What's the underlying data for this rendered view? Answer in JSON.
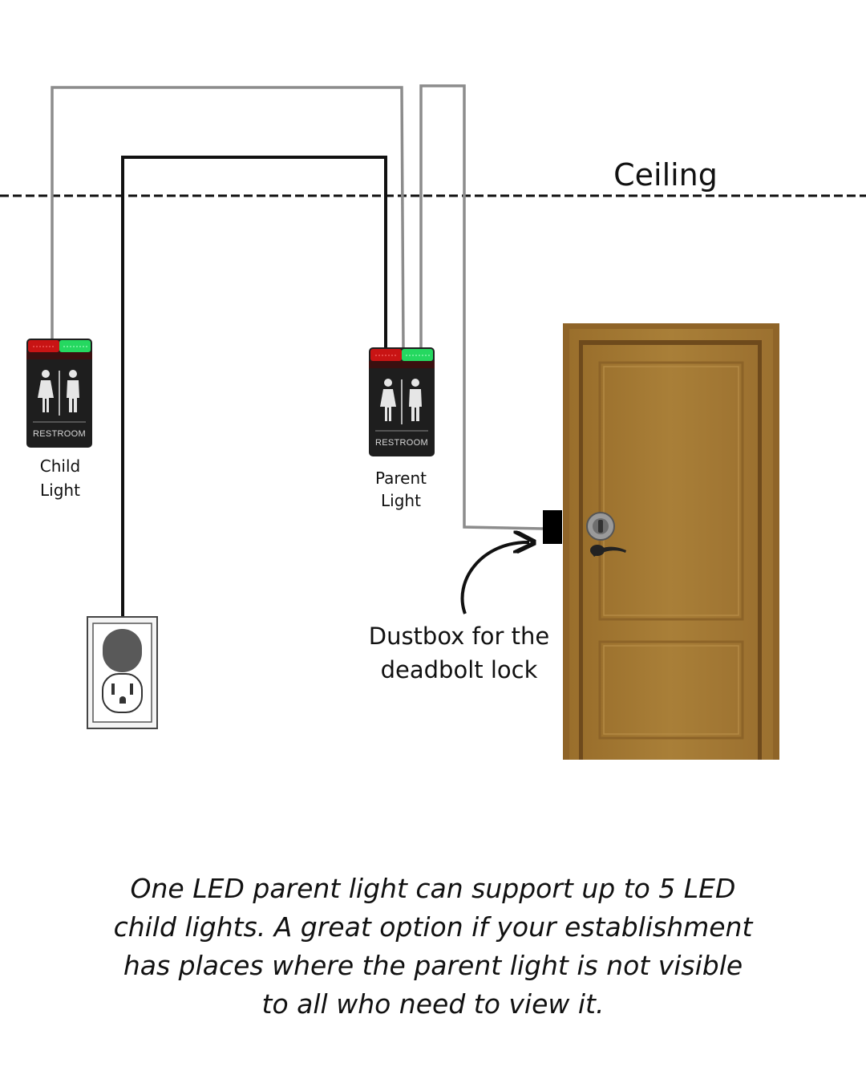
{
  "labels": {
    "ceiling": "Ceiling",
    "child_light": [
      "Child",
      "Light"
    ],
    "parent_light": [
      "Parent",
      "Light"
    ],
    "dustbox": [
      "Dustbox for the",
      "deadbolt lock"
    ],
    "sign_text": "RESTROOM"
  },
  "caption": [
    "One LED parent light can support up to 5 LED",
    "child lights. A great option if your establishment",
    "has places where the parent light is not visible",
    "to all who need to view it."
  ],
  "colors": {
    "background": "#ffffff",
    "wire_gray": "#8c8c8c",
    "wire_black": "#111111",
    "led_red": "#e01818",
    "led_green": "#2ee06a",
    "door": "#a57a34",
    "sign_body": "#1e1e1e"
  },
  "icons": [
    "restroom-sign-icon",
    "electrical-outlet-icon",
    "door-icon",
    "curved-arrow-icon",
    "dustbox-icon"
  ]
}
